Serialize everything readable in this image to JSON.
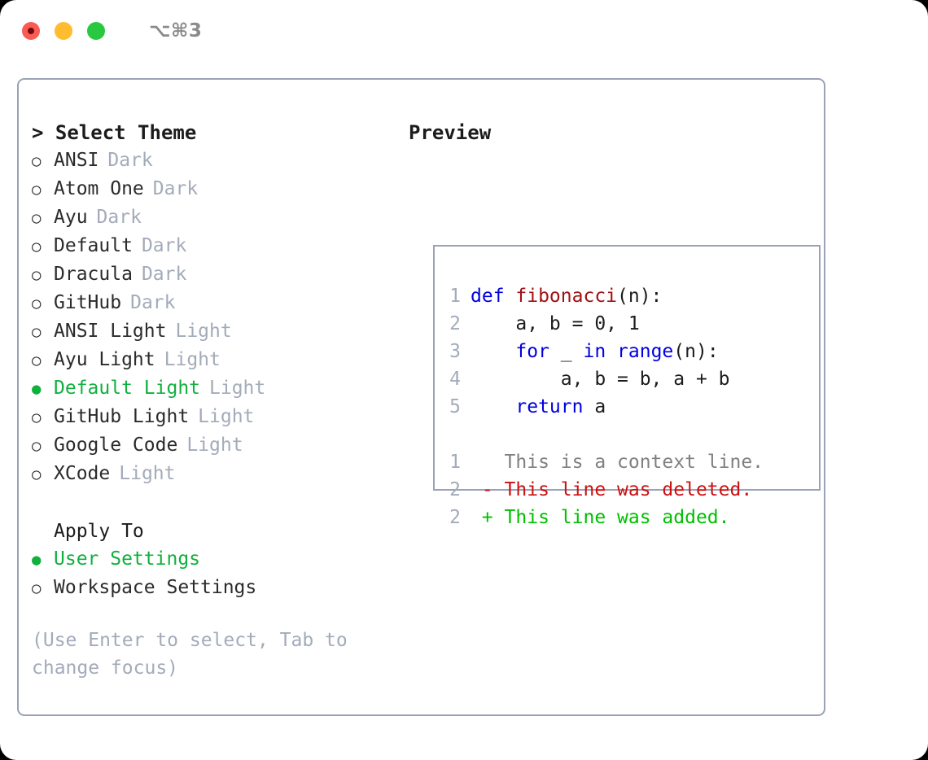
{
  "titlebar": {
    "shortcut": "⌥⌘3",
    "buttons": {
      "close": "close",
      "minimize": "minimize",
      "maximize": "maximize"
    }
  },
  "theme_list": {
    "heading_caret": ">",
    "heading": "Select Theme",
    "marker_unselected": "○",
    "marker_selected": "●",
    "items": [
      {
        "marker": "○",
        "name": "ANSI",
        "tag": "Dark",
        "selected": false
      },
      {
        "marker": "○",
        "name": "Atom One",
        "tag": "Dark",
        "selected": false
      },
      {
        "marker": "○",
        "name": "Ayu",
        "tag": "Dark",
        "selected": false
      },
      {
        "marker": "○",
        "name": "Default",
        "tag": "Dark",
        "selected": false
      },
      {
        "marker": "○",
        "name": "Dracula",
        "tag": "Dark",
        "selected": false
      },
      {
        "marker": "○",
        "name": "GitHub",
        "tag": "Dark",
        "selected": false
      },
      {
        "marker": "○",
        "name": "ANSI Light",
        "tag": "Light",
        "selected": false
      },
      {
        "marker": "○",
        "name": "Ayu Light",
        "tag": "Light",
        "selected": false
      },
      {
        "marker": "●",
        "name": "Default Light",
        "tag": "Light",
        "selected": true
      },
      {
        "marker": "○",
        "name": "GitHub Light",
        "tag": "Light",
        "selected": false
      },
      {
        "marker": "○",
        "name": "Google Code",
        "tag": "Light",
        "selected": false
      },
      {
        "marker": "○",
        "name": "XCode",
        "tag": "Light",
        "selected": false
      }
    ]
  },
  "apply_to": {
    "heading": "Apply To",
    "options": [
      {
        "marker": "●",
        "name": "User Settings",
        "selected": true
      },
      {
        "marker": "○",
        "name": "Workspace Settings",
        "selected": false
      }
    ]
  },
  "hint": "(Use Enter to select, Tab to change focus)",
  "preview": {
    "title": "Preview",
    "code_lines": [
      {
        "num": "1",
        "tokens": [
          {
            "t": "def ",
            "c": "kw"
          },
          {
            "t": "fibonacci",
            "c": "fn"
          },
          {
            "t": "(n):",
            "c": "plain"
          }
        ]
      },
      {
        "num": "2",
        "tokens": [
          {
            "t": "    a, b = 0, 1",
            "c": "plain"
          }
        ]
      },
      {
        "num": "3",
        "tokens": [
          {
            "t": "    ",
            "c": "plain"
          },
          {
            "t": "for",
            "c": "kw"
          },
          {
            "t": " _ ",
            "c": "plain"
          },
          {
            "t": "in",
            "c": "kw"
          },
          {
            "t": " ",
            "c": "plain"
          },
          {
            "t": "range",
            "c": "kw"
          },
          {
            "t": "(n):",
            "c": "plain"
          }
        ]
      },
      {
        "num": "4",
        "tokens": [
          {
            "t": "        a, b = b, a + b",
            "c": "plain"
          }
        ]
      },
      {
        "num": "5",
        "tokens": [
          {
            "t": "    ",
            "c": "plain"
          },
          {
            "t": "return",
            "c": "kw"
          },
          {
            "t": " a",
            "c": "plain"
          }
        ]
      }
    ],
    "diff_lines": [
      {
        "num": "1",
        "text": "   This is a context line.",
        "kind": "ctx"
      },
      {
        "num": "2",
        "text": " - This line was deleted.",
        "kind": "del"
      },
      {
        "num": "2",
        "text": " + This line was added.",
        "kind": "add"
      }
    ]
  },
  "colors": {
    "selected_green": "#10b03f",
    "tag_gray": "#a3abba",
    "border": "#9aa3b5",
    "keyword_blue": "#0000e0",
    "function_red": "#a01114",
    "diff_delete": "#cc1111",
    "diff_add": "#00c000",
    "traffic_red": "#fc5b53",
    "traffic_yellow": "#febc2e",
    "traffic_green": "#28c93f"
  }
}
